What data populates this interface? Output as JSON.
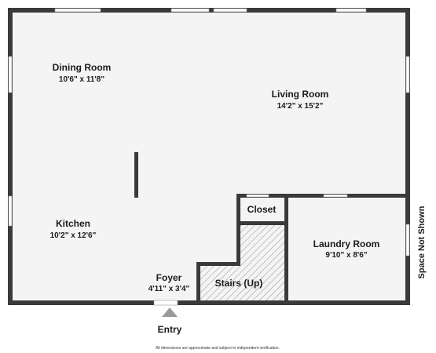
{
  "colors": {
    "wall": "#3a3a3a",
    "floor": "#f4f4f4",
    "window": "#ffffff",
    "hatch": "#8a8a8a",
    "entry_arrow": "#9a9a9a"
  },
  "rooms": {
    "dining": {
      "name": "Dining Room",
      "dim": "10'6\" x 11'8\""
    },
    "living": {
      "name": "Living Room",
      "dim": "14'2\" x 15'2\""
    },
    "kitchen": {
      "name": "Kitchen",
      "dim": "10'2\" x 12'6\""
    },
    "closet": {
      "name": "Closet"
    },
    "laundry": {
      "name": "Laundry Room",
      "dim": "9'10\" x 8'6\""
    },
    "foyer": {
      "name": "Foyer",
      "dim": "4'11\" x 3'4\""
    },
    "stairs": {
      "name": "Stairs (Up)"
    }
  },
  "entry_label": "Entry",
  "side_label": "Space Not Shown",
  "disclaimer": "All dimensions are approximate and subject to independent verification."
}
